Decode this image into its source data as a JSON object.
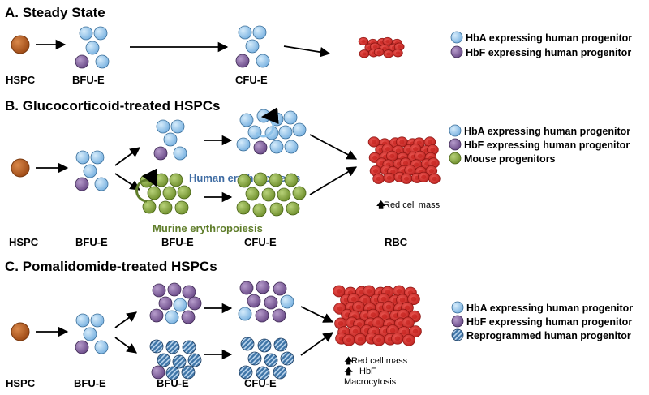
{
  "colors": {
    "hba": "#8ec3ea",
    "hbf": "#7a5a97",
    "mouse": "#86a53c",
    "hspc": "#b55a20",
    "reprogrammed": "#3f75a7",
    "rbc": "#d92a26",
    "human_label": "#3f6ca3",
    "murine_label": "#5f7d2a"
  },
  "panels": {
    "a": {
      "title": "A. Steady State",
      "labels": [
        "HSPC",
        "BFU-E",
        "CFU-E"
      ],
      "legend": [
        "HbA expressing human progenitor",
        "HbF expressing human progenitor"
      ]
    },
    "b": {
      "title": "B. Glucocorticoid-treated HSPCs",
      "human_erythropoiesis": "Human erythropoiesis",
      "murine_erythropoiesis": "Murine erythropoiesis",
      "labels": [
        "HSPC",
        "BFU-E",
        "BFU-E",
        "CFU-E",
        "RBC"
      ],
      "rbc_note": "Red cell mass",
      "legend": [
        "HbA expressing human progenitor",
        "HbF expressing human progenitor",
        "Mouse progenitors"
      ]
    },
    "c": {
      "title": "C. Pomalidomide-treated HSPCs",
      "labels": [
        "HSPC",
        "BFU-E",
        "BFU-E",
        "CFU-E"
      ],
      "notes": [
        "Red cell mass",
        "HbF",
        "Macrocytosis"
      ],
      "legend": [
        "HbA expressing human progenitor",
        "HbF expressing human progenitor",
        "Reprogrammed human progenitor"
      ]
    }
  }
}
